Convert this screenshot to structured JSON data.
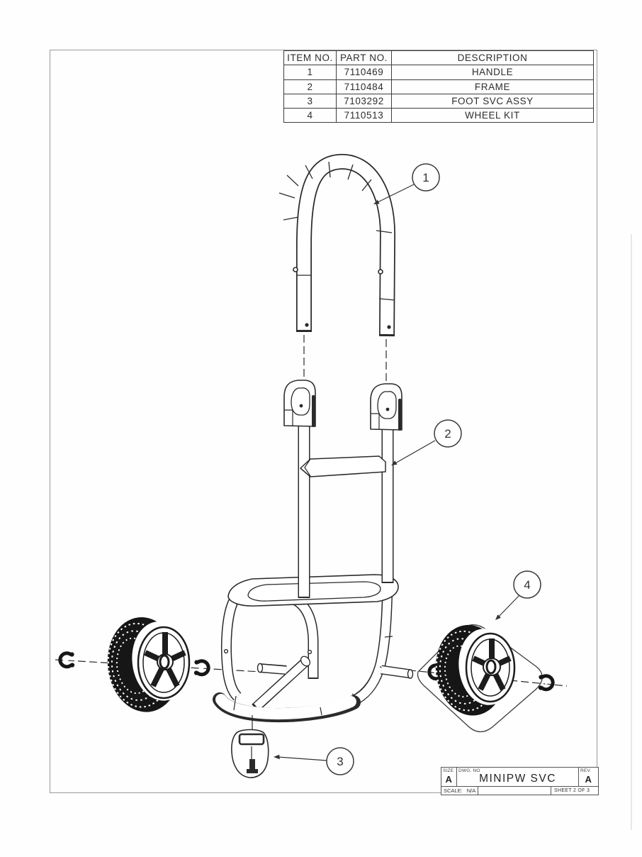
{
  "drawing": {
    "ink_color": "#2b2b2b",
    "paper_color": "#ffffff",
    "border_color": "#9a9a9a",
    "subject": "exploded view of hand cart / service cart"
  },
  "parts_table": {
    "headers": [
      "ITEM NO.",
      "PART NO.",
      "DESCRIPTION"
    ],
    "rows": [
      {
        "item": "1",
        "part": "7110469",
        "desc": "HANDLE"
      },
      {
        "item": "2",
        "part": "7110484",
        "desc": "FRAME"
      },
      {
        "item": "3",
        "part": "7103292",
        "desc": "FOOT SVC ASSY"
      },
      {
        "item": "4",
        "part": "7110513",
        "desc": "WHEEL KIT"
      }
    ]
  },
  "callouts": [
    {
      "number": "1"
    },
    {
      "number": "2"
    },
    {
      "number": "3"
    },
    {
      "number": "4"
    }
  ],
  "title_block": {
    "size_label": "SIZE",
    "size_value": "A",
    "dwg_no_label": "DWG. NO",
    "dwg_no_value": "MINIPW SVC",
    "rev_label": "REV.",
    "rev_value": "A",
    "scale_label": "SCALE:",
    "scale_value": "N/A",
    "sheet_label": "SHEET 2 OF 3"
  }
}
